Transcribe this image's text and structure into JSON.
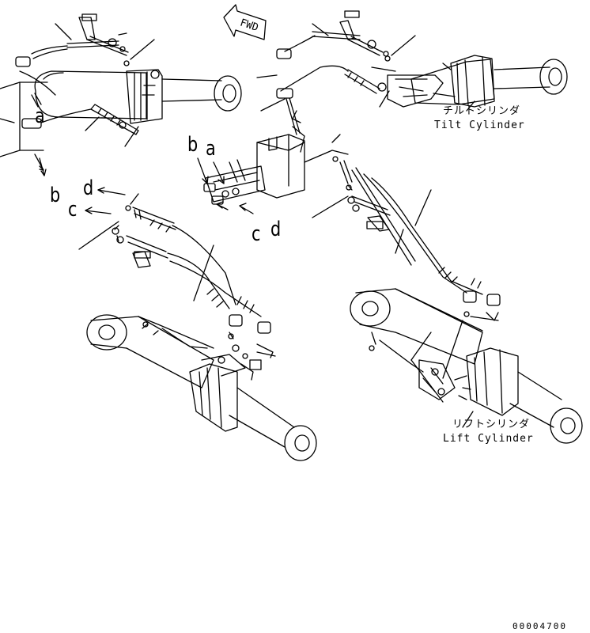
{
  "direction_label": "FWD",
  "connection_letters": {
    "a": "a",
    "b": "b",
    "c": "c",
    "d": "d"
  },
  "tilt_cylinder": {
    "jp": "チルトシリンダ",
    "en": "Tilt Cylinder"
  },
  "lift_cylinder": {
    "jp": "リフトシリンダ",
    "en": "Lift Cylinder"
  },
  "drawing_code": "00004700"
}
